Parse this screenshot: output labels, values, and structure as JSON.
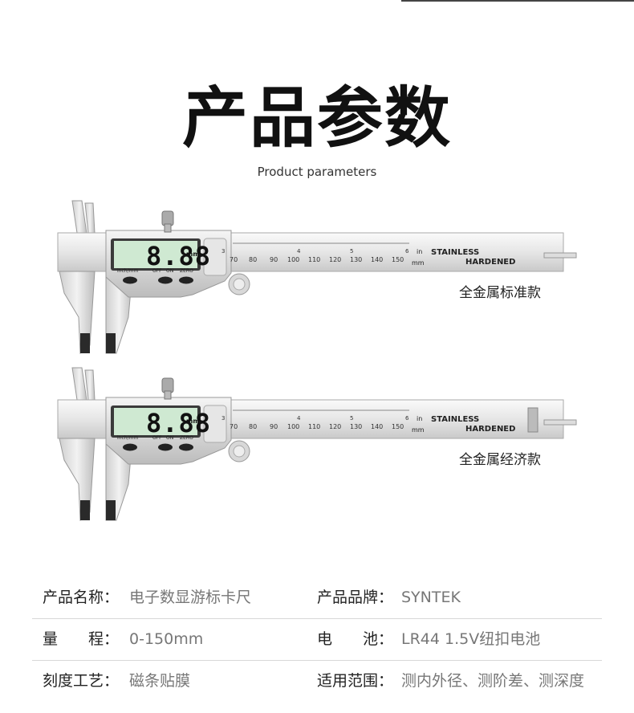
{
  "header": {
    "title": "产品参数",
    "subtitle": "Product parameters"
  },
  "calipers": [
    {
      "label": "全金属标准款",
      "display": "8.88",
      "unit": "mm",
      "buttons": [
        "inch/mm",
        "OFF",
        "ON",
        "ZERO"
      ],
      "brand_lines": [
        "STAINLESS",
        "HARDENED"
      ],
      "scale_unit_in": "in",
      "scale_unit_mm": "mm",
      "mm_ticks": [
        "70",
        "80",
        "90",
        "100",
        "110",
        "120",
        "130",
        "140",
        "150"
      ],
      "in_ticks": [
        "3",
        "4",
        "5",
        "6"
      ]
    },
    {
      "label": "全金属经济款",
      "display": "8.88",
      "unit": "mm",
      "buttons": [
        "inch/mm",
        "OFF",
        "ON",
        "ZERO"
      ],
      "brand_lines": [
        "STAINLESS",
        "HARDENED"
      ],
      "scale_unit_in": "in",
      "scale_unit_mm": "mm",
      "mm_ticks": [
        "70",
        "80",
        "90",
        "100",
        "110",
        "120",
        "130",
        "140",
        "150"
      ],
      "in_ticks": [
        "3",
        "4",
        "5",
        "6"
      ]
    }
  ],
  "specs": {
    "rows": [
      {
        "left_key": "产品名称：",
        "left_val": "电子数显游标卡尺",
        "right_key": "产品品牌：",
        "right_val": "SYNTEK"
      },
      {
        "left_key": "量　　程：",
        "left_val": "0-150mm",
        "right_key": "电　　池：",
        "right_val": "LR44 1.5V纽扣电池"
      },
      {
        "left_key": "刻度工艺：",
        "left_val": "磁条贴膜",
        "right_key": "适用范围：",
        "right_val": "测内外径、测阶差、测深度"
      }
    ]
  },
  "colors": {
    "lcd_bg": "#cfe9d2",
    "steel_light": "#f4f4f4",
    "steel_dark": "#9a9a9a",
    "jaw_tip": "#2a2a2a"
  }
}
